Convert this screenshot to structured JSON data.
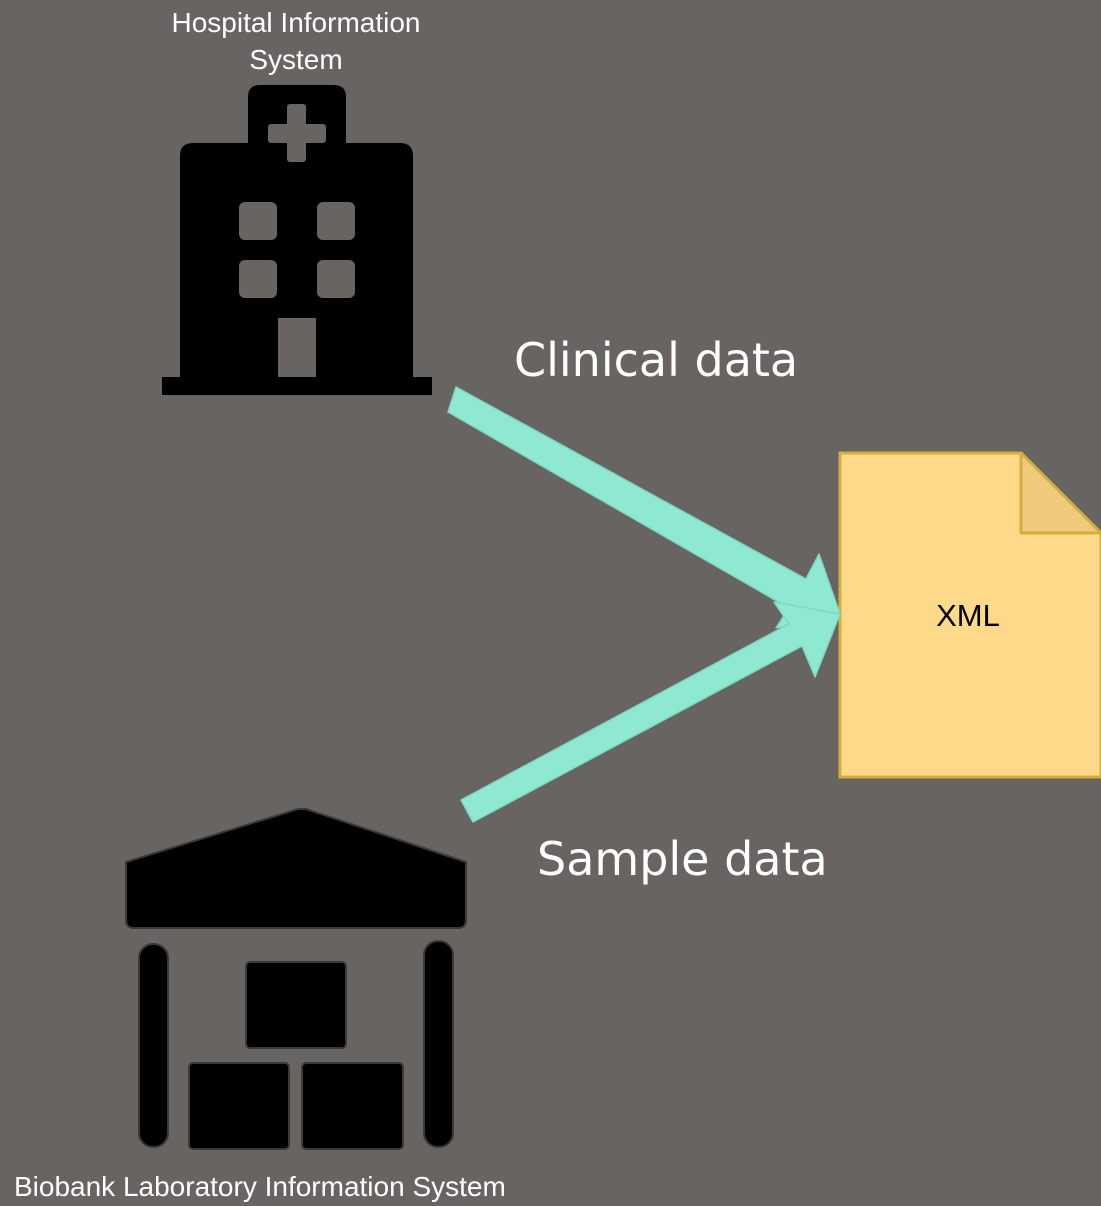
{
  "nodes": {
    "hospital": {
      "label": "Hospital Information System",
      "icon": "hospital-building-icon"
    },
    "biobank": {
      "label": "Biobank Laboratory Information System",
      "icon": "warehouse-icon"
    },
    "xml": {
      "label": "XML",
      "icon": "document-icon"
    }
  },
  "edges": {
    "clinical": {
      "label": "Clinical data",
      "from": "Hospital Information System",
      "to": "XML"
    },
    "sample": {
      "label": "Sample data",
      "from": "Biobank Laboratory Information System",
      "to": "XML"
    }
  },
  "colors": {
    "background": "#686462",
    "arrow": "#8fe8d1",
    "document_fill": "#fed98a",
    "document_border": "#d4ad3f",
    "document_fold": "#efc97c",
    "icon": "#000000",
    "text_light": "#ffffff",
    "text_dark": "#000000"
  }
}
